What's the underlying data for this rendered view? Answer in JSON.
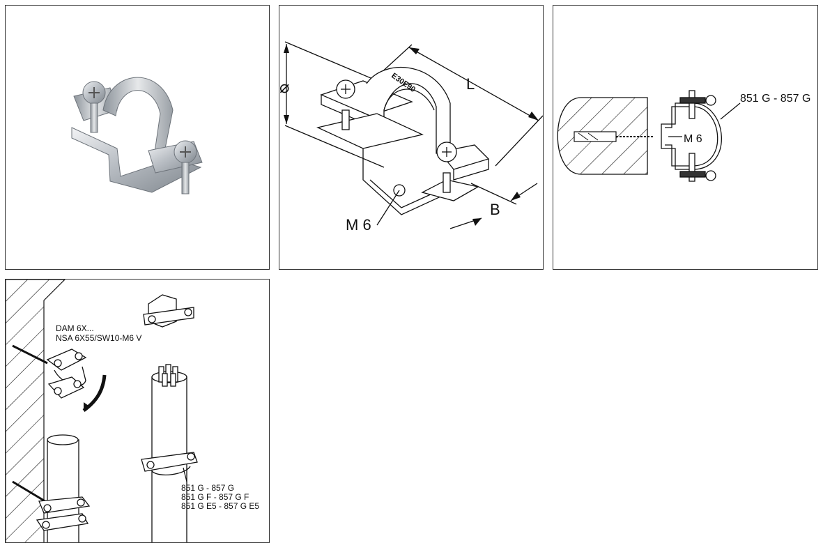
{
  "panel_dimensions": {
    "diameter_symbol": "⌀",
    "length_label": "L",
    "width_label": "B",
    "thread_label": "M 6",
    "stamp_text": "E30E90"
  },
  "panel_mounting": {
    "thread_label": "M 6",
    "range_label": "851 G - 857 G"
  },
  "panel_install": {
    "anchor_line1": "DAM 6X...",
    "anchor_line2": "NSA 6X55/SW10-M6 V",
    "range_line1": "851 G - 857 G",
    "range_line2": "851 G F - 857 G F",
    "range_line3": "851 G E5 - 857 G E5"
  }
}
